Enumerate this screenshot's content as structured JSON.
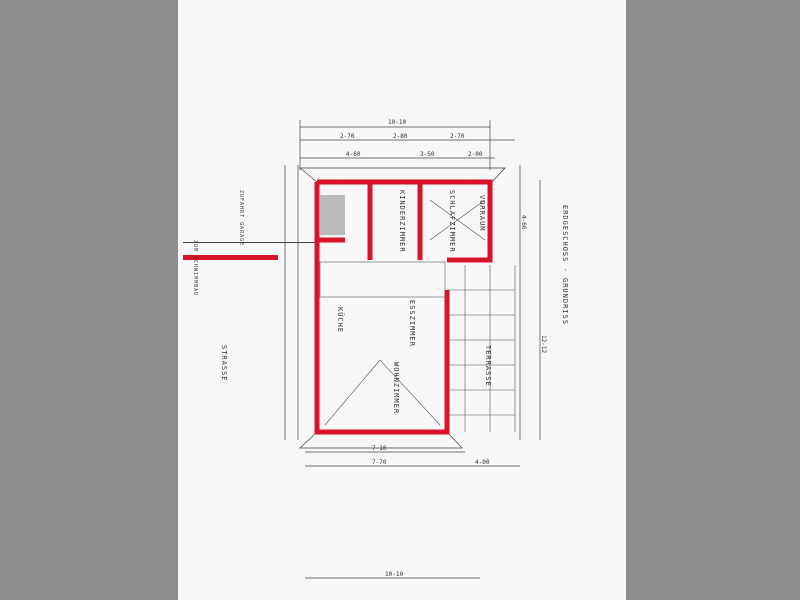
{
  "title": "ERDGESCHOSS - GRUNDRISS",
  "rooms": {
    "kinderzimmer": "KINDERZIMMER",
    "schlafzimmer": "SCHLAFZIMMER",
    "vorrauм": "VORRAUM",
    "kueche": "KÜCHE",
    "esszimmer": "ESSZIMMER",
    "wohnzimmer": "WOHNZIMMER",
    "terrasse": "TERRASSE"
  },
  "site": {
    "strasse": "STRASSE",
    "zufahrt": "ZUFAHRT GARAGE",
    "schwimmbad": "ZUM SCHWIMMBAD"
  },
  "dimensions": {
    "top_total": "10-10",
    "top_a": "2-70",
    "top_b": "2-80",
    "top_c": "2-70",
    "top_d": "4-60",
    "top_e": "3-50",
    "top_f": "2-00",
    "bottom_a": "7-10",
    "bottom_b": "7-70",
    "bottom_c": "4-00",
    "right_total": "12-12",
    "right_a": "4-66",
    "sheet_bottom": "10-10"
  },
  "colors": {
    "wall": "#d8142a",
    "line": "#333333",
    "page": "#f7f6f8",
    "background": "#8d8d8d"
  }
}
